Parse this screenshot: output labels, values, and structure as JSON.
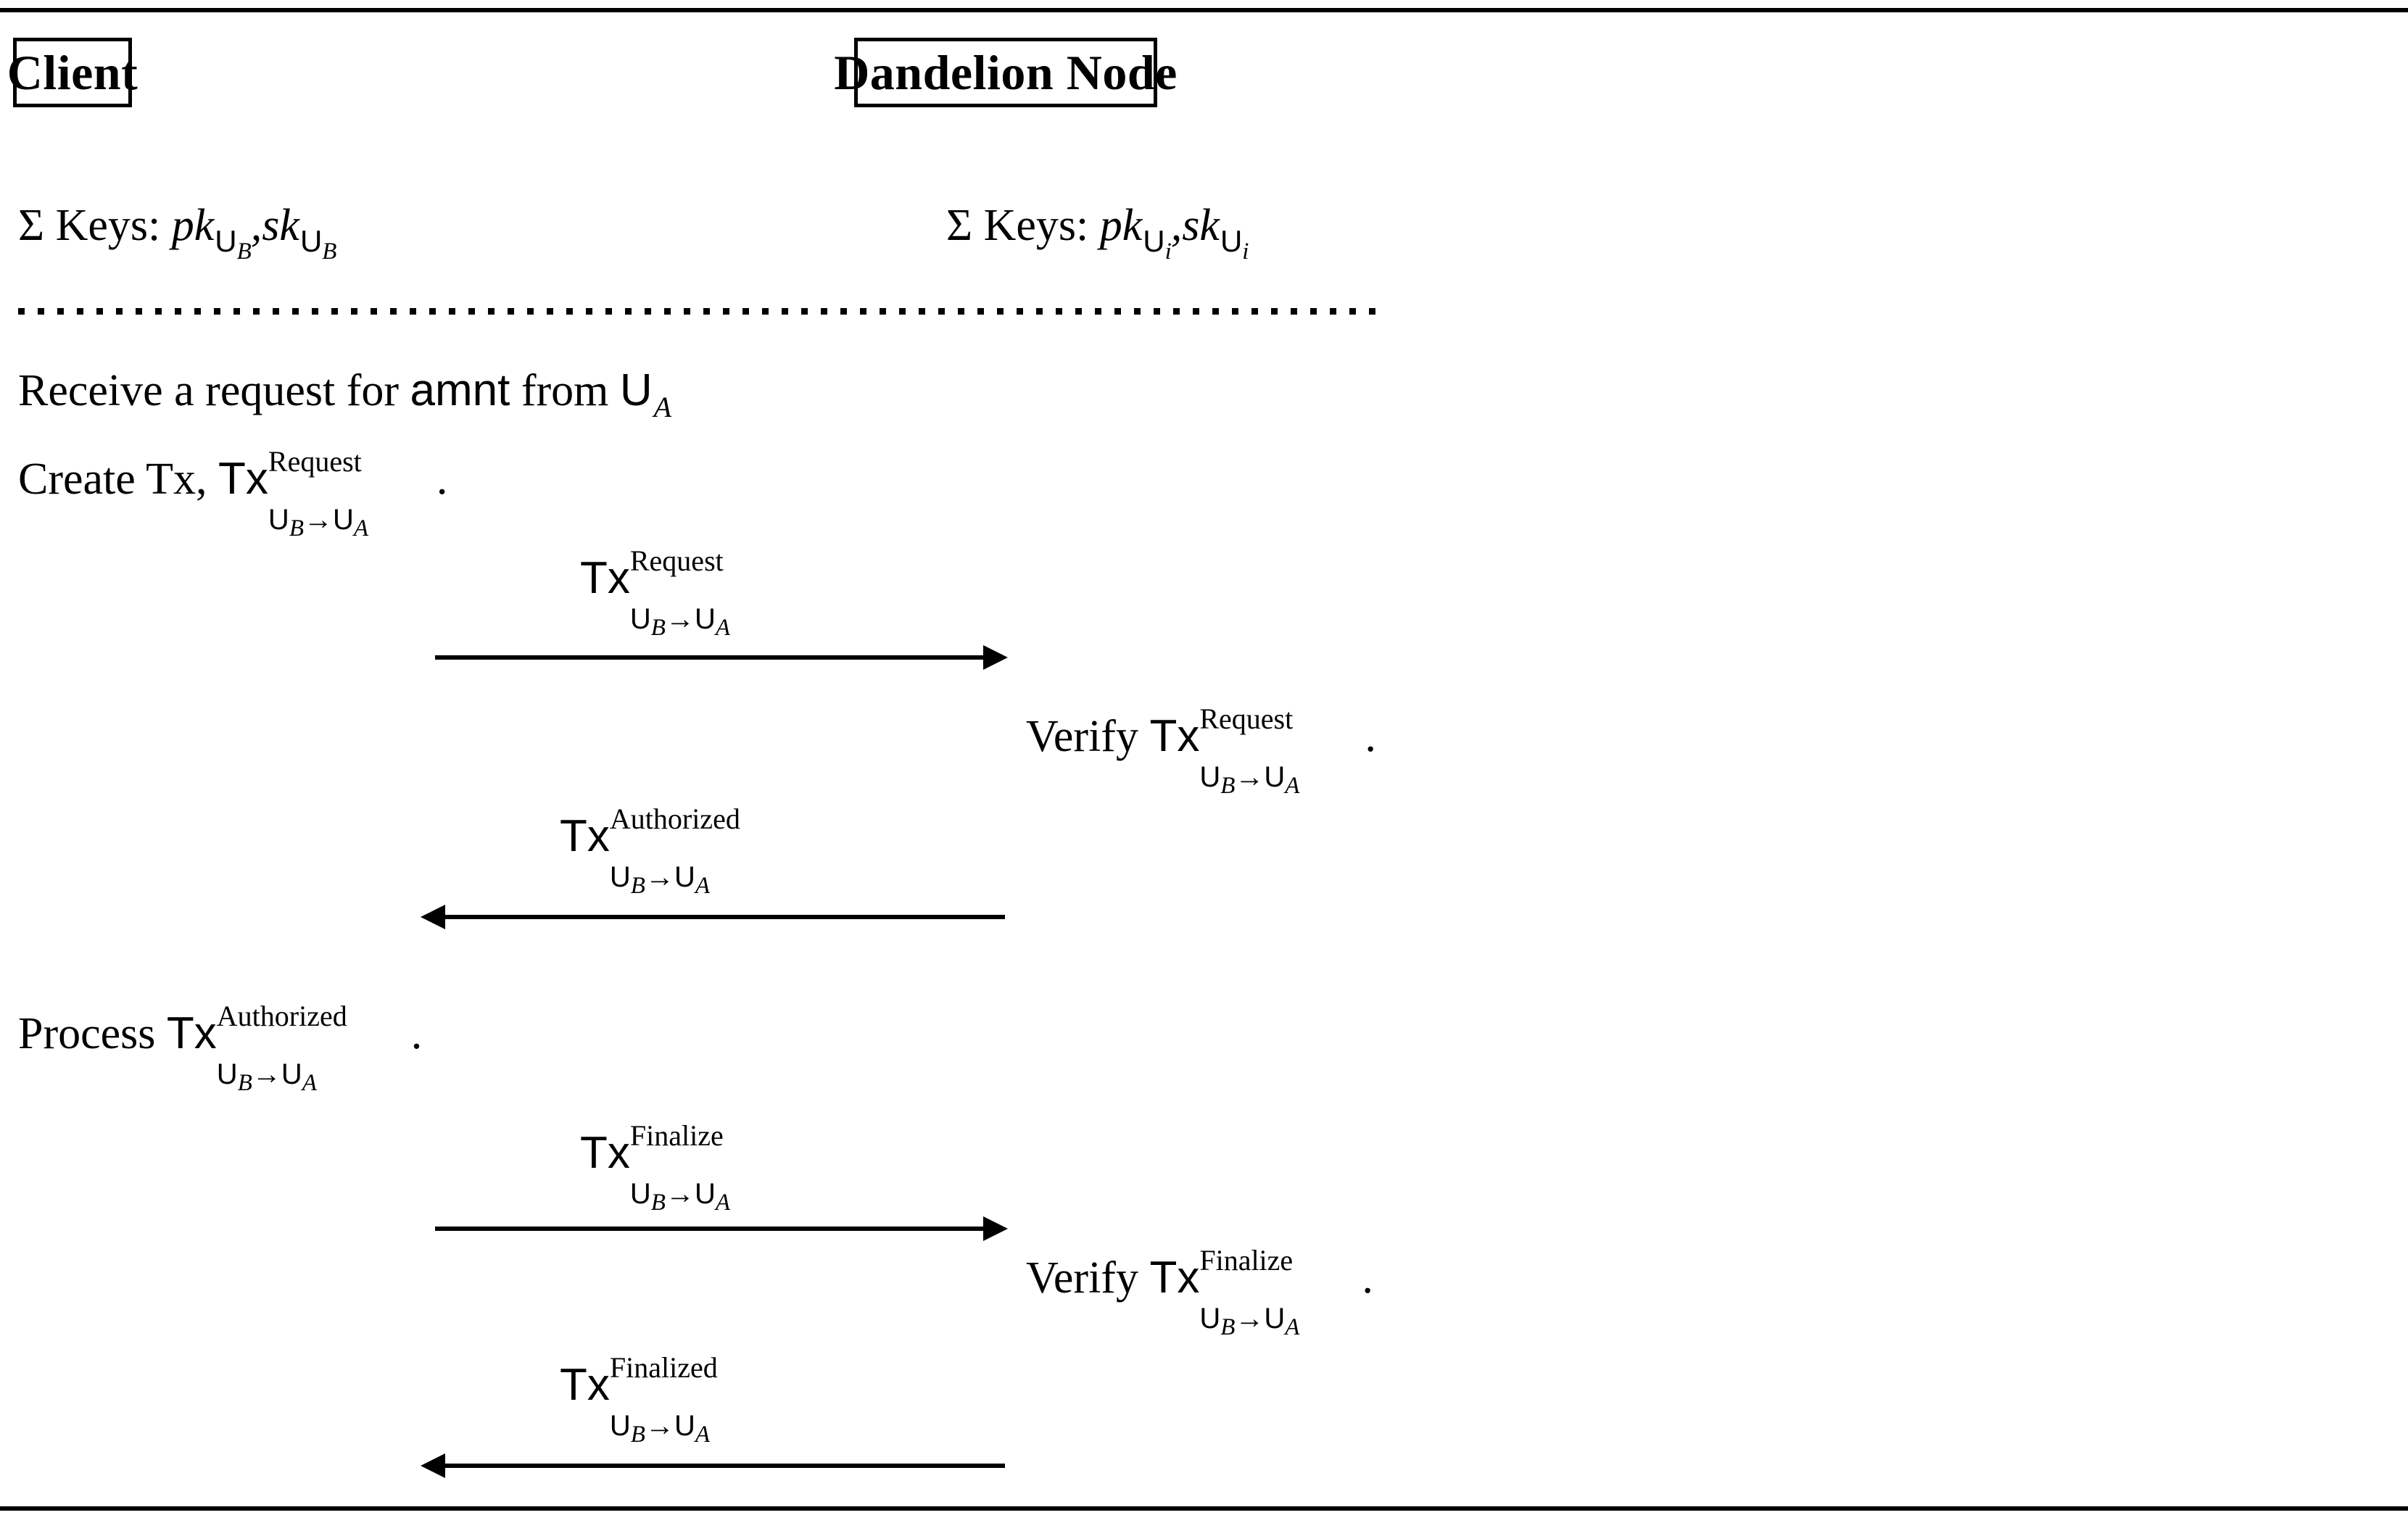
{
  "diagram": {
    "title_implied": "Client – Dandelion Node transaction protocol",
    "roles": {
      "left": "Client",
      "right": "Dandelion Node"
    },
    "keys": {
      "label": "Σ Keys:",
      "left": {
        "public": "pk",
        "secret": "sk",
        "entity": "U",
        "index": "B",
        "full": "Σ Keys: pk_{U_B}, sk_{U_B}"
      },
      "right": {
        "public": "pk",
        "secret": "sk",
        "entity": "U",
        "index": "i",
        "full": "Σ Keys: pk_{U_i}, sk_{U_i}"
      },
      "comma": ","
    },
    "tx": {
      "base": "Tx",
      "from": "U",
      "from_index": "B",
      "to": "U",
      "to_index": "A",
      "arrow": "→",
      "period": "."
    },
    "steps": [
      {
        "side": "left",
        "kind": "prose",
        "prefix": "Receive a request for ",
        "mono": "amnt",
        "middle": " from ",
        "entity": "U",
        "entity_index": "A",
        "suffix": "",
        "full": "Receive a request for amnt from U_A"
      },
      {
        "side": "left",
        "kind": "tx-statement",
        "verb": "Create Tx, ",
        "superscript": "Request",
        "full": "Create Tx, Tx^{Request}_{U_B→U_A}."
      },
      {
        "side": "right",
        "kind": "tx-statement",
        "verb": "Verify ",
        "superscript": "Request",
        "full": "Verify Tx^{Request}_{U_B→U_A}."
      },
      {
        "side": "left",
        "kind": "tx-statement",
        "verb": "Process ",
        "superscript": "Authorized",
        "full": "Process Tx^{Authorized}_{U_B→U_A}."
      },
      {
        "side": "right",
        "kind": "tx-statement",
        "verb": "Verify ",
        "superscript": "Finalize",
        "full": "Verify Tx^{Finalize}_{U_B→U_A}."
      }
    ],
    "messages": [
      {
        "direction": "right",
        "superscript": "Request",
        "full": "Tx^{Request}_{U_B→U_A}"
      },
      {
        "direction": "left",
        "superscript": "Authorized",
        "full": "Tx^{Authorized}_{U_B→U_A}"
      },
      {
        "direction": "right",
        "superscript": "Finalize",
        "full": "Tx^{Finalize}_{U_B→U_A}"
      },
      {
        "direction": "left",
        "superscript": "Finalized",
        "full": "Tx^{Finalized}_{U_B→U_A}"
      }
    ],
    "colors": {
      "ink": "#000000",
      "paper": "#ffffff"
    }
  }
}
